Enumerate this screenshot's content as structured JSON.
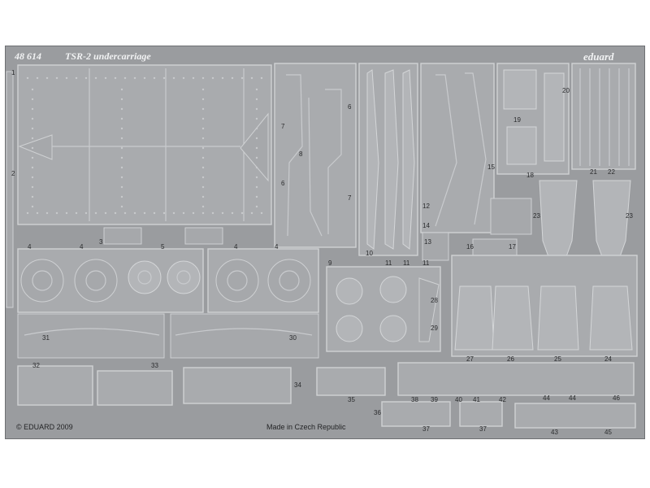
{
  "header": {
    "set_code": "48 614",
    "title": "TSR-2 undercarriage",
    "brand": "eduard"
  },
  "footer": {
    "copyright": "© EDUARD 2009",
    "origin": "Made in Czech Republic"
  },
  "part_numbers": [
    "1",
    "2",
    "3",
    "4",
    "5",
    "6",
    "7",
    "8",
    "9",
    "10",
    "11",
    "12",
    "13",
    "14",
    "15",
    "16",
    "17",
    "18",
    "19",
    "20",
    "21",
    "22",
    "23",
    "24",
    "25",
    "26",
    "27",
    "28",
    "29",
    "30",
    "31",
    "32",
    "33",
    "34",
    "35",
    "36",
    "37",
    "38",
    "39",
    "40",
    "41",
    "42",
    "43",
    "44",
    "45",
    "46"
  ]
}
